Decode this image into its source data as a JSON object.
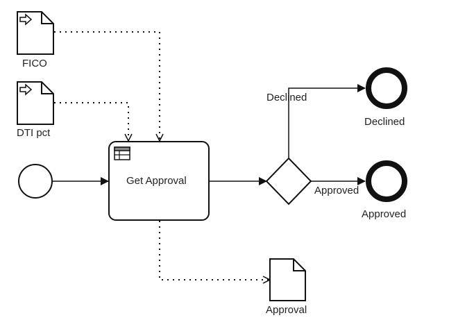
{
  "diagram": {
    "data_inputs": [
      {
        "id": "fico",
        "label": "FICO"
      },
      {
        "id": "dti",
        "label": "DTI pct"
      }
    ],
    "start_event": {
      "id": "start",
      "label": ""
    },
    "task": {
      "id": "get-approval",
      "label": "Get Approval",
      "type": "business-rule-task"
    },
    "gateway": {
      "id": "gateway",
      "label": "",
      "type": "exclusive"
    },
    "end_events": [
      {
        "id": "end-declined",
        "label": "Declined"
      },
      {
        "id": "end-approved",
        "label": "Approved"
      }
    ],
    "flows": [
      {
        "from": "gateway",
        "to": "end-declined",
        "label": "Declined"
      },
      {
        "from": "gateway",
        "to": "end-approved",
        "label": "Approved"
      }
    ],
    "data_output": {
      "id": "approval",
      "label": "Approval"
    },
    "colors": {
      "stroke": "#111111",
      "background": "#ffffff",
      "table_header": "#888888"
    }
  }
}
